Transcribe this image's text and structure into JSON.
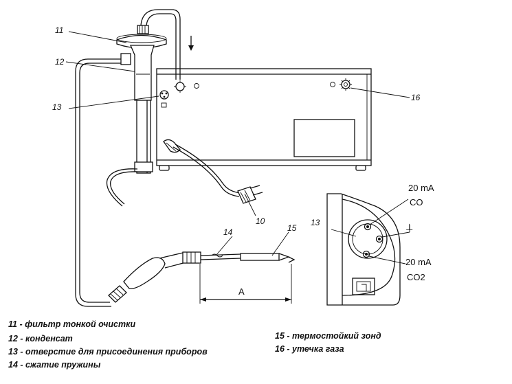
{
  "callouts": {
    "c10": "10",
    "c11": "11",
    "c12": "12",
    "c13a": "13",
    "c13b": "13",
    "c14": "14",
    "c15": "15",
    "c16": "16"
  },
  "dimension_label": "A",
  "socket_labels": {
    "co_current": "20 mA",
    "co_gas": "CO",
    "co2_current": "20 mA",
    "co2_gas": "CO2",
    "ground_symbol": "⊥"
  },
  "legend": {
    "items": [
      {
        "num": "11",
        "text": "11 - фильтр тонкой очистки"
      },
      {
        "num": "12",
        "text": "12 - конденсат"
      },
      {
        "num": "13",
        "text": "13 - отверстие для присоединения приборов"
      },
      {
        "num": "14",
        "text": "14 - сжатие пружины"
      },
      {
        "num": "15",
        "text": "15 - термостойкий зонд"
      },
      {
        "num": "16",
        "text": "16 - утечка газа"
      }
    ]
  }
}
